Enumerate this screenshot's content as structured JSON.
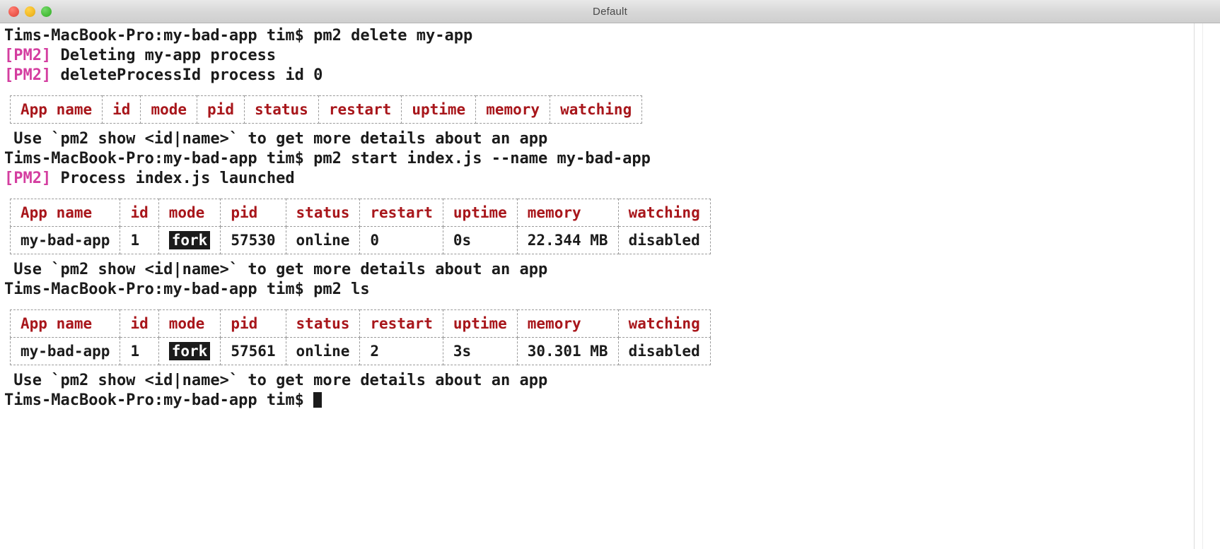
{
  "window": {
    "title": "Default",
    "controls": [
      "close-button",
      "minimize-button",
      "maximize-button"
    ]
  },
  "terminal": {
    "prompt": "Tims-MacBook-Pro:my-bad-app tim$ ",
    "hint": " Use `pm2 show <id|name>` to get more details about an app",
    "pm2_tag": "[PM2]",
    "cmd_delete": "pm2 delete my-app",
    "msg_deleting": " Deleting my-app process",
    "msg_delete_id": " deleteProcessId process id 0",
    "cmd_start": "pm2 start index.js --name my-bad-app",
    "msg_launched": " Process index.js launched",
    "cmd_ls": "pm2 ls"
  },
  "colors": {
    "header_red": "#a8161b",
    "app_red": "#c2171d",
    "online_magenta": "#c020c0",
    "disabled_gray": "#a9a9a9",
    "pm2_pink": "#d43ea0",
    "text": "#1b1b1b"
  },
  "tables": [
    {
      "name": "pm2-table-empty",
      "headers": [
        "App name",
        "id",
        "mode",
        "pid",
        "status",
        "restart",
        "uptime",
        "memory",
        "watching"
      ],
      "rows": []
    },
    {
      "name": "pm2-table-after-start",
      "headers": [
        "App name",
        "id",
        "mode",
        "pid",
        "status",
        "restart",
        "uptime",
        "memory",
        "watching"
      ],
      "rows": [
        {
          "app_name": "my-bad-app",
          "id": "1",
          "mode": "fork",
          "pid": "57530",
          "status": "online",
          "restart": "0",
          "uptime": "0s",
          "memory": "22.344 MB",
          "watching": "disabled"
        }
      ]
    },
    {
      "name": "pm2-table-ls",
      "headers": [
        "App name",
        "id",
        "mode",
        "pid",
        "status",
        "restart",
        "uptime",
        "memory",
        "watching"
      ],
      "rows": [
        {
          "app_name": "my-bad-app",
          "id": "1",
          "mode": "fork",
          "pid": "57561",
          "status": "online",
          "restart": "2",
          "uptime": "3s",
          "memory": "30.301 MB",
          "watching": "disabled"
        }
      ]
    }
  ]
}
